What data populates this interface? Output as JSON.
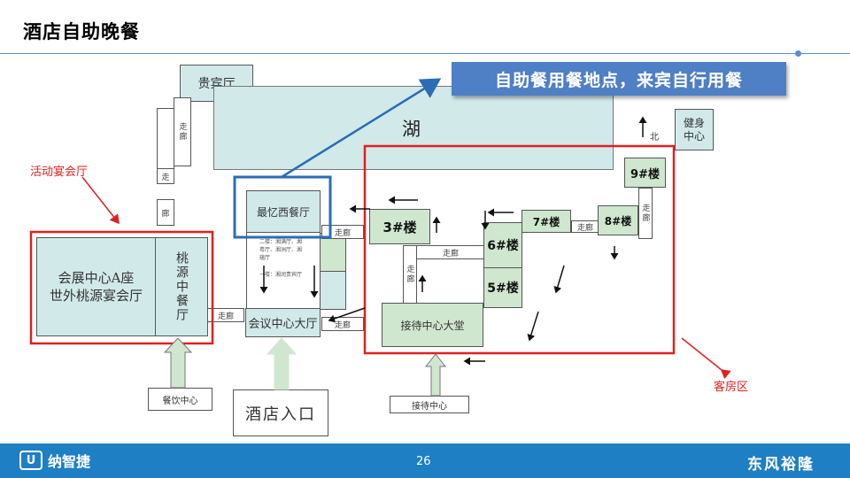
{
  "header": {
    "title": "酒店自助晚餐"
  },
  "callout": {
    "text": "自助餐用餐地点，来宾自行用餐"
  },
  "map": {
    "vip_hall": "贵宾厅",
    "lake": "湖",
    "fitness": "健身中心",
    "north": "北",
    "corridor": "走廊",
    "corridor_v": "走廊",
    "corridor_a": "走",
    "corridor_b": "廊",
    "western_restaurant": "最忆西餐厅",
    "conv_center": "会展中心A座 世外桃源宴会厅",
    "conv_line1": "会展中心A座",
    "conv_line2": "世外桃源宴会厅",
    "taoyuan": "桃源中餐厅",
    "conference_hall": "会议中心大厅",
    "reception_hall": "接待中心大堂",
    "reception_center": "接待中心",
    "dining_center": "餐饮中心",
    "hotel_entrance": "酒店入口",
    "b3": "3#楼",
    "b5": "5#楼",
    "b6": "6#楼",
    "b7": "7#楼",
    "b8": "8#楼",
    "b9": "9#楼",
    "small_note_1": "二楼：湘满厅、湘粤厅、湘洲厅、湘蕴厅",
    "small_note_2": "一楼：湘润贵宾厅"
  },
  "labels": {
    "event_hall": "活动宴会厅",
    "guest_rooms": "客房区"
  },
  "footer": {
    "brand_left": "纳智捷",
    "brand_mark": "U",
    "page_number": "26",
    "brand_right": "东风裕隆"
  },
  "colors": {
    "accent_blue": "#4f7fc4",
    "footer_blue": "#1f7fc4",
    "highlight_red": "#e02020",
    "highlight_blue": "#2a6db5",
    "room_light": "#d2e9e9",
    "room_green": "#cfe6cf"
  }
}
